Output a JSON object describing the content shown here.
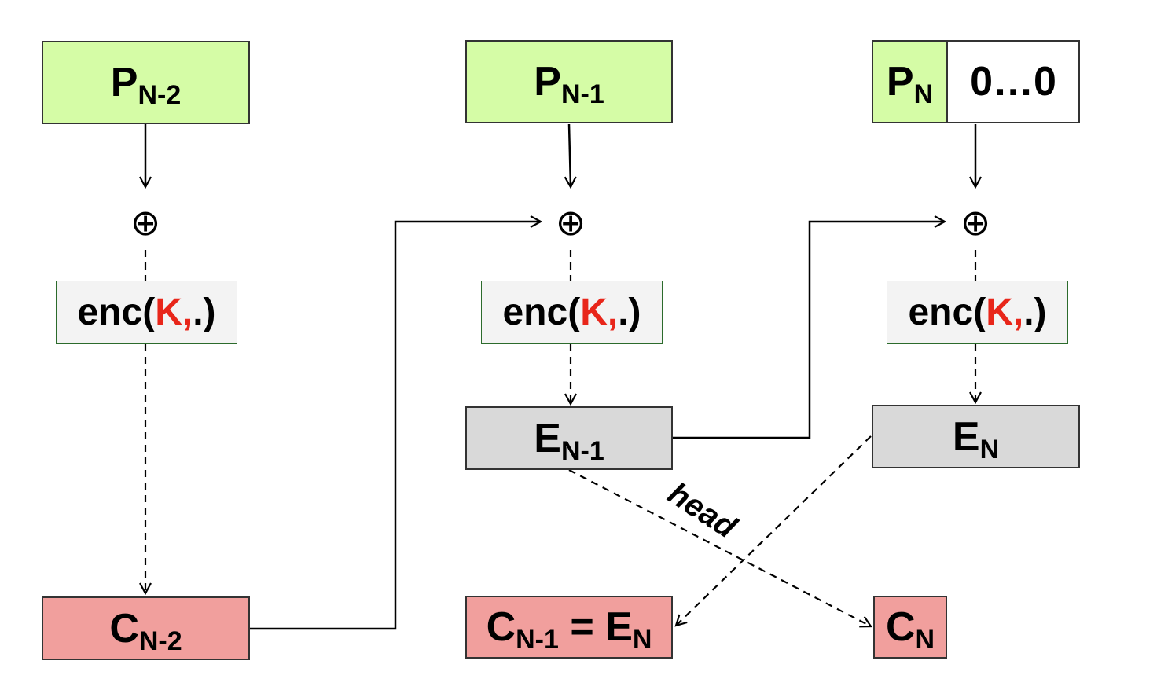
{
  "blocks": {
    "p_n2": {
      "main": "P",
      "sub": "N-2"
    },
    "p_n1": {
      "main": "P",
      "sub": "N-1"
    },
    "p_n": {
      "main": "P",
      "sub": "N"
    },
    "padding": {
      "label": "0…0"
    },
    "enc": {
      "prefix": "enc(",
      "key": "K,",
      "suffix": ".)"
    },
    "e_n1": {
      "main": "E",
      "sub": "N-1"
    },
    "e_n": {
      "main": "E",
      "sub": "N"
    },
    "c_n2": {
      "main": "C",
      "sub": "N-2"
    },
    "c_n1_eq": {
      "left_main": "C",
      "left_sub": "N-1",
      "equals": " = ",
      "right_main": "E",
      "right_sub": "N"
    },
    "c_n": {
      "main": "C",
      "sub": "N"
    }
  },
  "xor_symbol": "⊕",
  "head_label": "head",
  "colors": {
    "plaintext": "#d5fca6",
    "ciphertext": "#f19f9d",
    "intermediate": "#d9d9d9",
    "encryption": "#f3f3f3",
    "key": "#e8261a"
  }
}
